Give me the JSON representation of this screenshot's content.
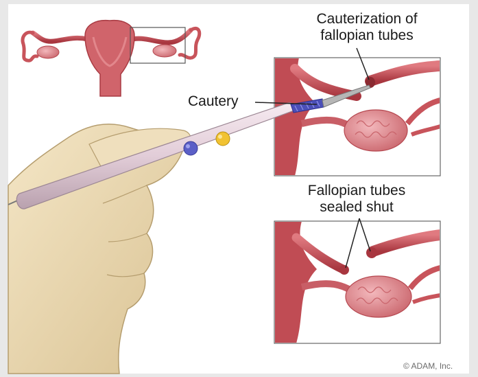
{
  "labels": {
    "cauterization_line1": "Cauterization of",
    "cauterization_line2": "fallopian tubes",
    "cautery": "Cautery",
    "sealed_line1": "Fallopian tubes",
    "sealed_line2": "sealed shut",
    "copyright": "© ADAM, Inc."
  },
  "colors": {
    "background_frame": "#e8e8e8",
    "tissue": "#c8545b",
    "tissue_dark": "#9e3038",
    "ovary": "#e4949a",
    "skin": "#ecd9b4",
    "instrument": "#e6d3dc",
    "button_blue": "#5b5fc7",
    "button_yellow": "#f1c232"
  },
  "icons": [
    "uterus-overview",
    "hand-holding-cautery",
    "cautery-instrument",
    "fallopian-tube-detail"
  ]
}
